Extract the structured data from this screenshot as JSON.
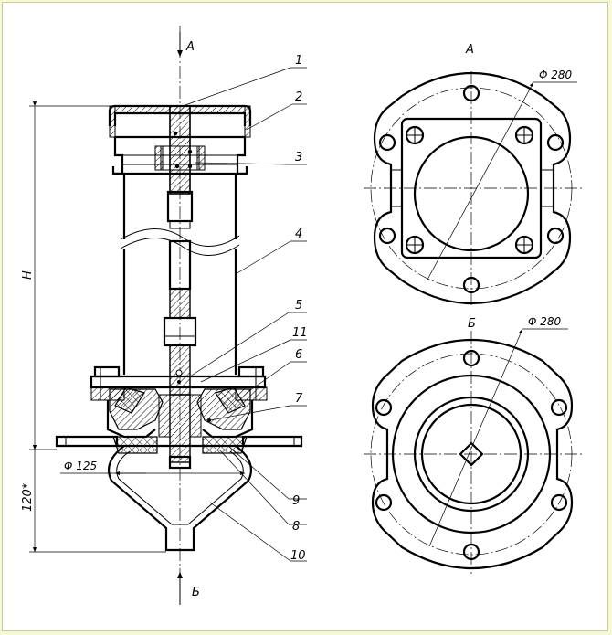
{
  "view_a_label": "А",
  "view_b_label": "Б",
  "bottom_view_label": "Б",
  "top_view_label": "А",
  "dim_height": "H",
  "dim_120": "120*",
  "dim_d125": "Φ 125",
  "dim_d280_a": "Φ 280",
  "dim_d280_b": "Φ 280",
  "callouts": [
    "1",
    "2",
    "3",
    "4",
    "5",
    "11",
    "6",
    "7",
    "9",
    "8",
    "10"
  ],
  "colors": {
    "background": "#f6f8d6",
    "line": "#000000",
    "hatch": "#000000"
  }
}
